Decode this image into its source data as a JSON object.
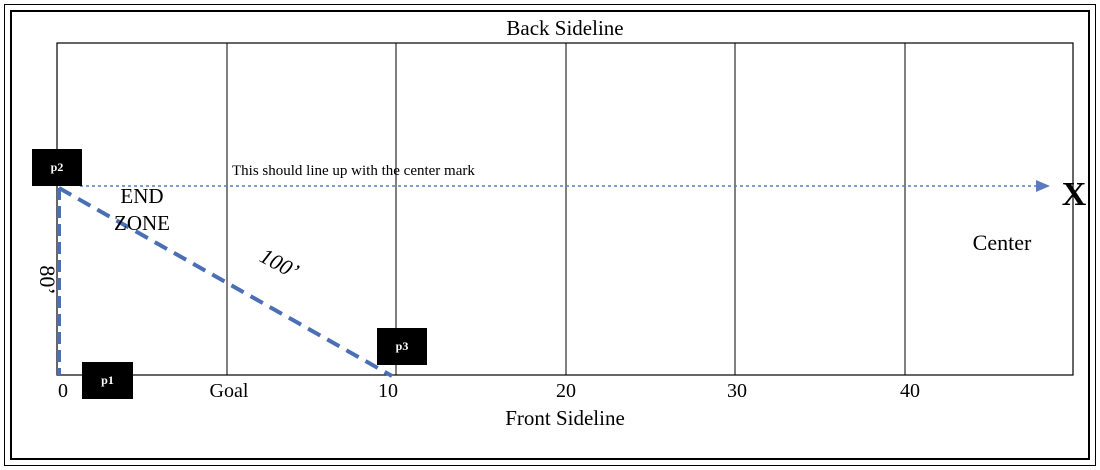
{
  "title": "Back Sideline",
  "bottom_title": "Front Sideline",
  "end_zone_label": [
    "END",
    "ZONE"
  ],
  "center_label": "Center",
  "center_mark": "X",
  "note": "This should line up with the center mark",
  "width_label": "80’",
  "diagonal_label": "100’",
  "tick_labels": [
    "0",
    "Goal",
    "10",
    "20",
    "30",
    "40"
  ],
  "markers": {
    "p1": "p1",
    "p2": "p2",
    "p3": "p3"
  },
  "colors": {
    "dashed_line": "#4a6fb5",
    "dotted_arrow": "#5b7bc0",
    "lines": "#000000",
    "marker_bg": "#000000"
  }
}
